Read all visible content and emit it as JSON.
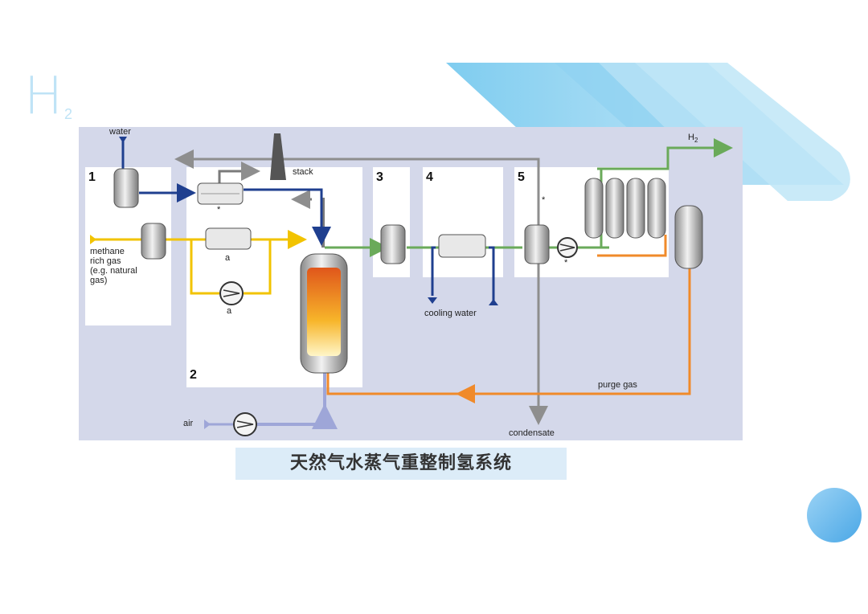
{
  "logo": {
    "main": "H",
    "sub": "2"
  },
  "caption": "天然气水蒸气重整制氢系统",
  "diagram": {
    "sections": [
      "1",
      "2",
      "3",
      "4",
      "5"
    ],
    "labels": {
      "water": "water",
      "stack": "stack",
      "methane": "methane",
      "rich_gas": "rich gas",
      "natural_gas_1": "(e.g. natural",
      "natural_gas_2": "gas)",
      "cooling_water": "cooling water",
      "purge_gas": "purge gas",
      "air": "air",
      "condensate": "condensate",
      "h2_main": "H",
      "h2_sub": "2",
      "marker_a1": "a",
      "marker_a2": "a",
      "marker_star1": "*",
      "marker_star2": "*",
      "marker_star3": "*"
    },
    "colors": {
      "methane_line": "#f2c300",
      "water_line": "#1f3f8f",
      "process_line": "#6aaa5a",
      "purge_line": "#f08a2a",
      "air_line": "#9ea6d8",
      "condensate_line": "#8e8e8e",
      "background": "#d4d8ea"
    }
  }
}
